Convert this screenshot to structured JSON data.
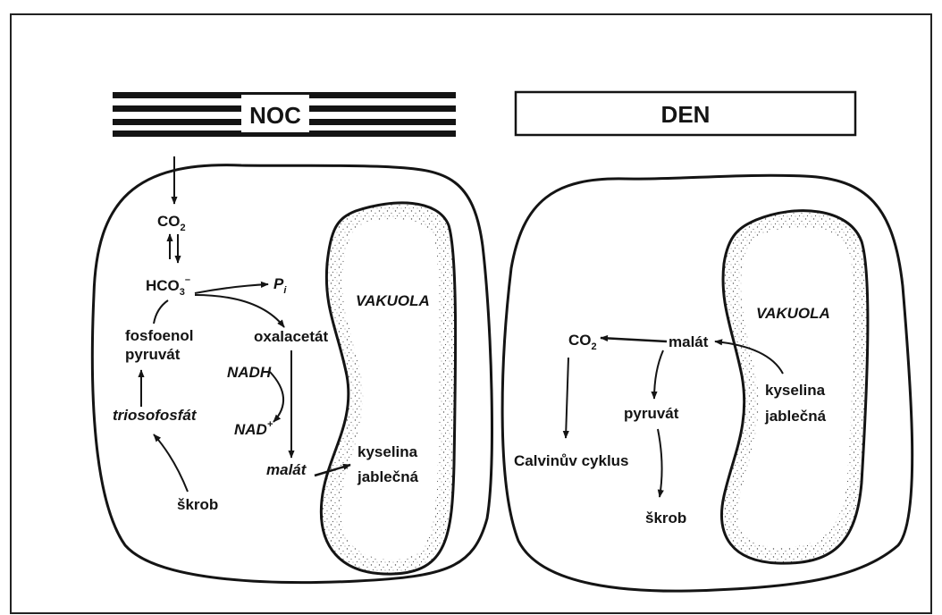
{
  "night": {
    "title": "NOC",
    "vacuole": "VAKUOLA",
    "co2": "CO",
    "co2_sub": "2",
    "hco3": "HCO",
    "hco3_sub": "3",
    "hco3_sup": "–",
    "pi": "P",
    "pi_sub": "i",
    "pep_line1": "fosfoenol",
    "pep_line2": "pyruvát",
    "oxaloacetate": "oxalacetát",
    "nadh": "NADH",
    "nad": "NAD",
    "nad_sup": "+",
    "triose": "triosofosfát",
    "malate": "malát",
    "malic_line1": "kyselina",
    "malic_line2": "jablečná",
    "starch": "škrob"
  },
  "day": {
    "title": "DEN",
    "vacuole": "VAKUOLA",
    "co2": "CO",
    "co2_sub": "2",
    "malate": "malát",
    "malic_line1": "kyselina",
    "malic_line2": "jablečná",
    "pyruvate": "pyruvát",
    "calvin": "Calvinův cyklus",
    "starch": "škrob"
  }
}
